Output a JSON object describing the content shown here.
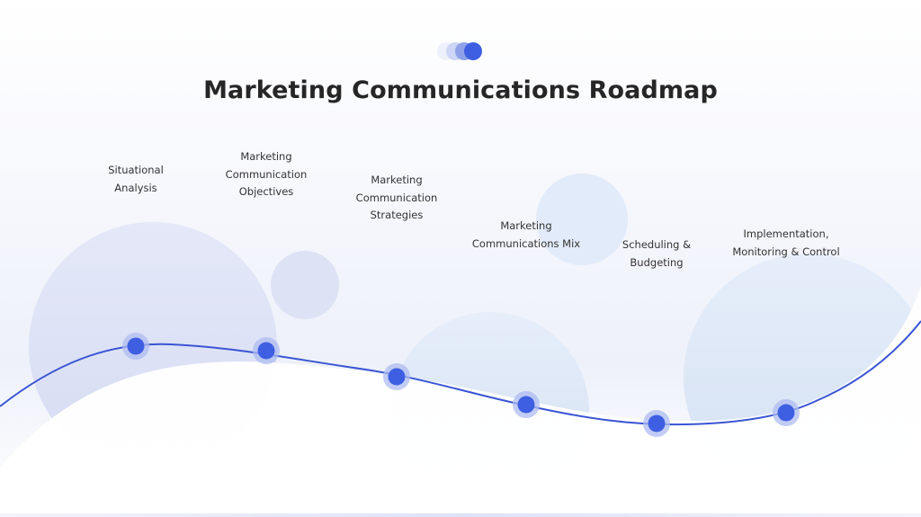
{
  "title": "Marketing Communications Roadmap",
  "colors": {
    "accent": "#3a55d4",
    "node": "#3e5fe2",
    "title": "#262626",
    "text": "#333333"
  },
  "steps": [
    {
      "label_lines": [
        "Situational",
        "Analysis"
      ]
    },
    {
      "label_lines": [
        "Marketing",
        "Communication",
        "Objectives"
      ]
    },
    {
      "label_lines": [
        "Marketing",
        "Communication",
        "Strategies"
      ]
    },
    {
      "label_lines": [
        "Marketing",
        "Communications Mix"
      ]
    },
    {
      "label_lines": [
        "Scheduling &",
        "Budgeting"
      ]
    },
    {
      "label_lines": [
        "Implementation,",
        "Monitoring & Control"
      ]
    }
  ]
}
